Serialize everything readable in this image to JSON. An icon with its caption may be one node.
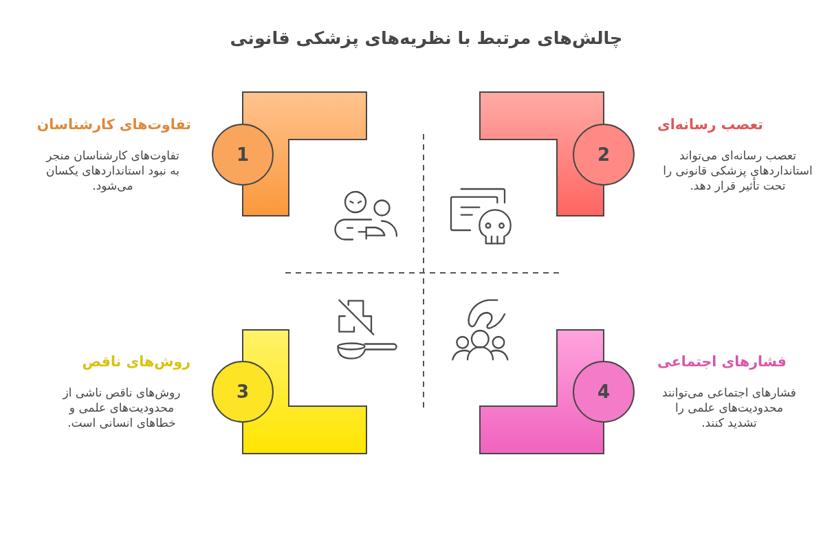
{
  "diagram": {
    "title": "چالش‌های مرتبط با نظریه‌های پزشکی قانونی",
    "nodes": [
      {
        "text": [],
        "shape": "bar"
      },
      {
        "text": [
          "1"
        ],
        "beside": [
          "تفاوت‌های کارشناسان",
          "تفاوت‌های کارشناسان منجر به نبود استانداردهای یکسان می‌شود."
        ]
      },
      {
        "text": [],
        "shape": "bar"
      },
      {
        "text": [
          "2"
        ],
        "beside": [
          "تعصب رسانه‌ای",
          "تعصب رسانه‌ای می‌تواند استانداردهای پزشکی قانونی را تحت تأثیر قرار دهد."
        ]
      },
      {
        "text": [],
        "shape": "bar"
      },
      {
        "text": [
          "3"
        ],
        "beside": [
          "روش‌های ناقص",
          "روش‌های ناقص ناشی از محدودیت‌های علمی و خطاهای انسانی است."
        ]
      },
      {
        "text": [],
        "shape": "bar"
      },
      {
        "text": [
          "4"
        ],
        "beside": [
          "فشارهای اجتماعی",
          "فشارهای اجتماعی می‌توانند محدودیت‌های علمی را تشدید کنند."
        ]
      }
    ]
  }
}
